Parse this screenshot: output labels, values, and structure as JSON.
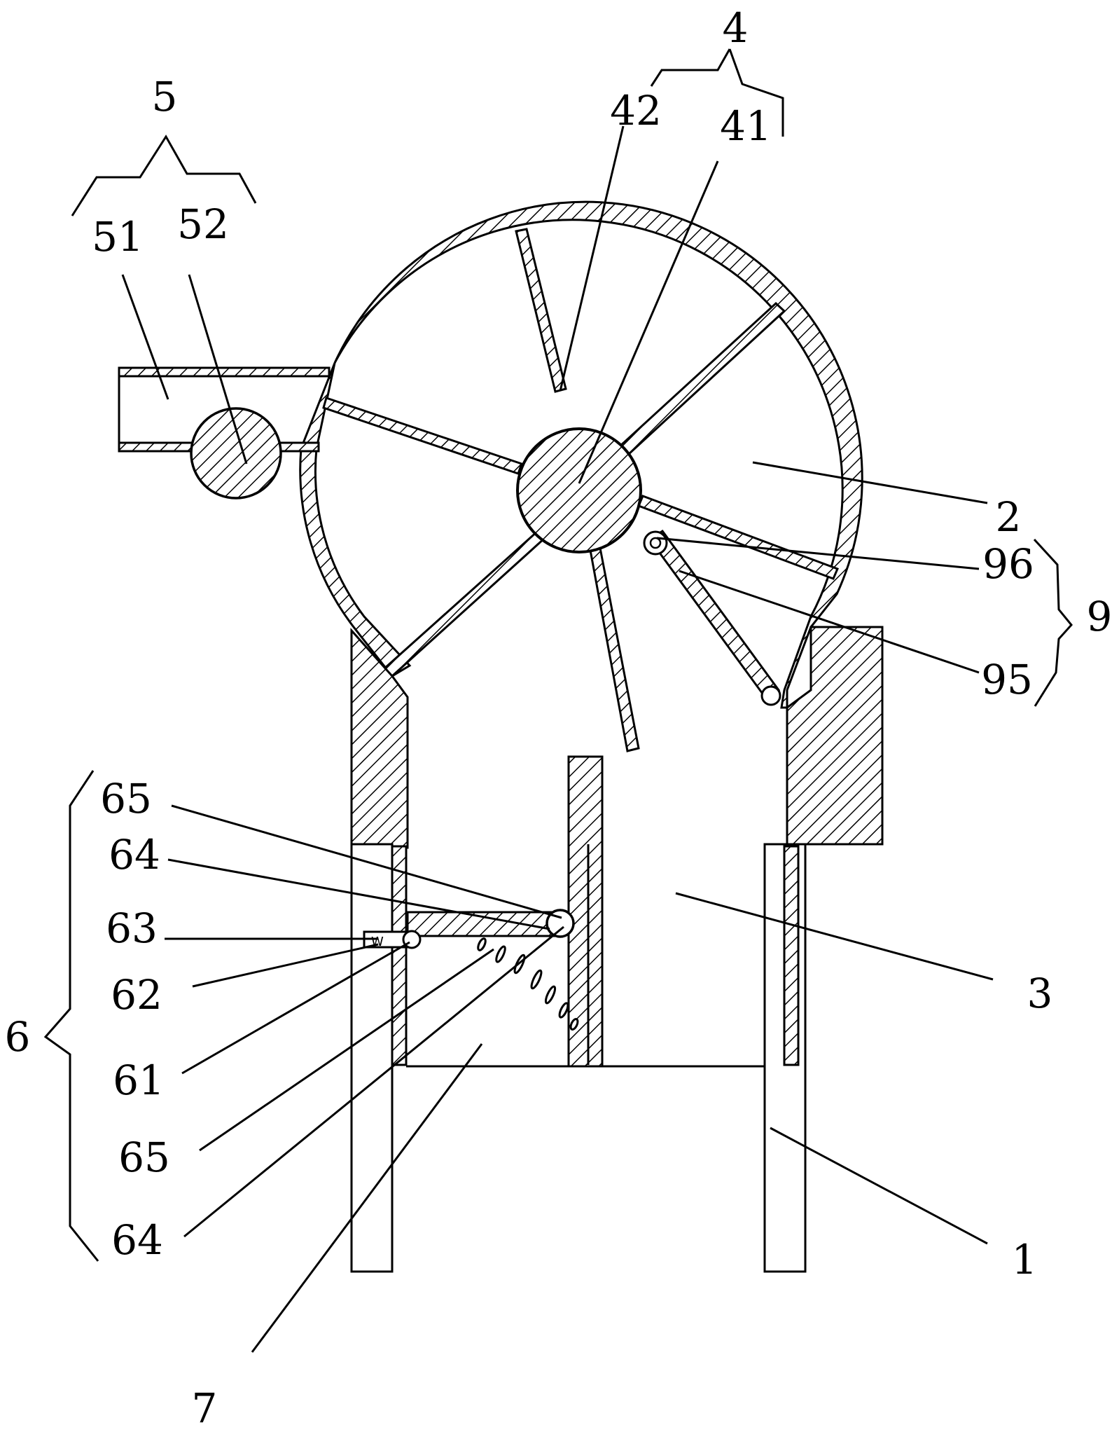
{
  "figure": {
    "reference_labels": {
      "n1": "1",
      "n2": "2",
      "n3": "3",
      "n4": "4",
      "n41": "41",
      "n42": "42",
      "n5": "5",
      "n51": "51",
      "n52": "52",
      "n6": "6",
      "n61": "61",
      "n62": "62",
      "n63": "63",
      "n64a": "64",
      "n64b": "64",
      "n65a": "65",
      "n65b": "65",
      "n7": "7",
      "n9": "9",
      "n95": "95",
      "n96": "96"
    }
  },
  "colors": {
    "ink": "#000000",
    "paper": "#ffffff"
  }
}
